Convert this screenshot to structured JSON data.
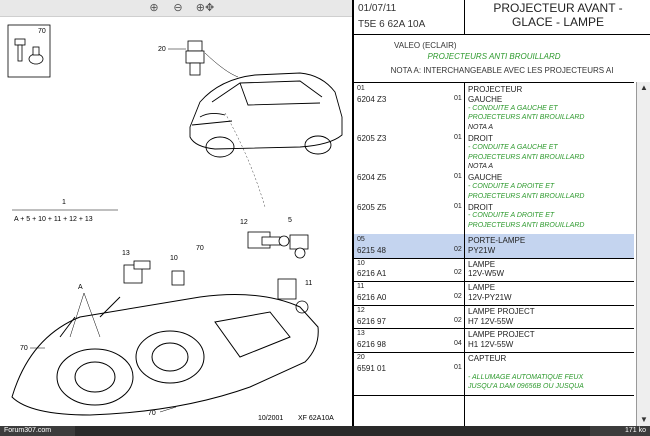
{
  "toolbar": {
    "zoom_in": "⊕",
    "zoom_out": "⊖",
    "zoom_move": "⊕✥"
  },
  "diagram": {
    "callouts": [
      "70",
      "20",
      "1",
      "A + 5 + 10 + 11 + 12 + 13",
      "12",
      "5",
      "13",
      "10",
      "70",
      "11",
      "A",
      "70",
      "70"
    ],
    "stamp": "10/2001",
    "ref": "XF 62A10A"
  },
  "header": {
    "date": "01/07/11",
    "code": "T5E 6 62A 10A",
    "title_line1": "PROJECTEUR AVANT -",
    "title_line2": "GLACE - LAMPE"
  },
  "info": {
    "supplier": "VALEO (ECLAIR)",
    "mention": "PROJECTEURS ANTI BROUILLARD",
    "note": "NOTA A: INTERCHANGEABLE AVEC LES PROJECTEURS AI"
  },
  "parts": [
    {
      "rn": "01",
      "lines": [
        {
          "ref": "",
          "qty": "",
          "desc": "PROJECTEUR"
        },
        {
          "ref": "6204 Z3",
          "qty": "01",
          "desc": "GAUCHE"
        },
        {
          "green": "- CONDUITE A GAUCHE ET"
        },
        {
          "green": "PROJECTEURS ANTI BROUILLARD"
        },
        {
          "nota": "NOTA A"
        },
        {
          "ref": "6205 Z3",
          "qty": "01",
          "desc": "DROIT"
        },
        {
          "green": "- CONDUITE A GAUCHE ET"
        },
        {
          "green": "PROJECTEURS ANTI BROUILLARD"
        },
        {
          "nota": "NOTA A"
        },
        {
          "ref": "6204 Z5",
          "qty": "01",
          "desc": "GAUCHE"
        },
        {
          "green": "- CONDUITE A DROITE ET"
        },
        {
          "green": "PROJECTEURS ANTI BROUILLARD"
        },
        {
          "ref": "6205 Z5",
          "qty": "01",
          "desc": "DROIT"
        },
        {
          "green": "- CONDUITE A DROITE ET"
        },
        {
          "green": "PROJECTEURS ANTI BROUILLARD"
        }
      ]
    },
    {
      "rn": "05",
      "lines": [
        {
          "ref": "",
          "qty": "",
          "desc": "PORTE-LAMPE"
        },
        {
          "ref": "6215 48",
          "qty": "02",
          "desc": "PY21W"
        }
      ]
    },
    {
      "rn": "10",
      "lines": [
        {
          "ref": "",
          "qty": "",
          "desc": "LAMPE"
        },
        {
          "ref": "6216 A1",
          "qty": "02",
          "desc": "12V-W5W"
        }
      ]
    },
    {
      "rn": "11",
      "lines": [
        {
          "ref": "",
          "qty": "",
          "desc": "LAMPE"
        },
        {
          "ref": "6216 A0",
          "qty": "02",
          "desc": "12V-PY21W"
        }
      ]
    },
    {
      "rn": "12",
      "lines": [
        {
          "ref": "",
          "qty": "",
          "desc": "LAMPE PROJECT"
        },
        {
          "ref": "6216 97",
          "qty": "02",
          "desc": "H7 12V-55W"
        }
      ]
    },
    {
      "rn": "13",
      "lines": [
        {
          "ref": "",
          "qty": "",
          "desc": "LAMPE PROJECT"
        },
        {
          "ref": "6216 98",
          "qty": "04",
          "desc": "H1 12V-55W"
        }
      ]
    },
    {
      "rn": "20",
      "lines": [
        {
          "ref": "",
          "qty": "",
          "desc": "CAPTEUR"
        },
        {
          "ref": "6591 01",
          "qty": "01",
          "desc": ""
        },
        {
          "green": "- ALLUMAGE AUTOMATIQUE FEUX"
        },
        {
          "green": "JUSQU'A DAM 09656B OU JUSQUA"
        }
      ]
    }
  ],
  "footer": {
    "site": "Forum307.com",
    "size": "171 ko"
  },
  "colors": {
    "selected_row": "#c4d4ef",
    "green_text": "#2e9a2e"
  }
}
